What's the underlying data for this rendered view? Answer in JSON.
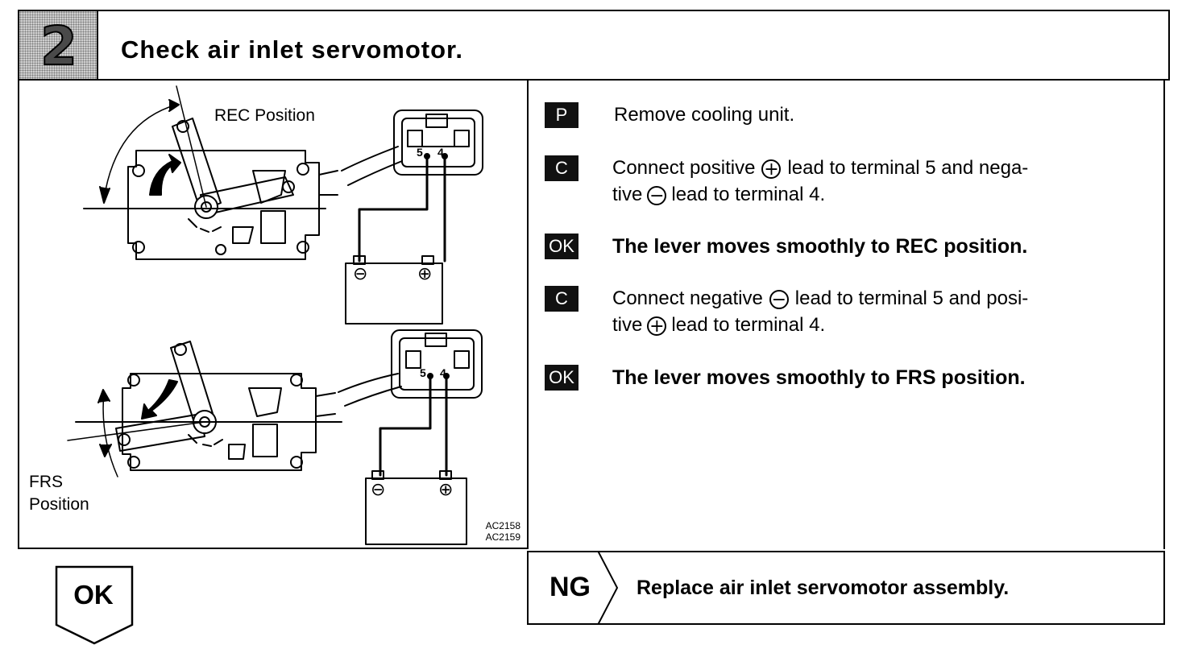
{
  "header": {
    "step_number": "2",
    "title": "Check air inlet servomotor."
  },
  "figure": {
    "rec_label": "REC Position",
    "frs_label_line1": "FRS",
    "frs_label_line2": "Position",
    "terminal_5": "5",
    "terminal_4": "4",
    "battery_negative": "⊖",
    "battery_positive": "⊕",
    "code_1": "AC2158",
    "code_2": "AC2159"
  },
  "steps": [
    {
      "badge": "P",
      "text": "Remove cooling unit."
    },
    {
      "badge": "C",
      "line1_a": "Connect positive",
      "sym1": "+",
      "line1_b": "lead to terminal 5 and nega-",
      "line2_a": "tive",
      "sym2": "−",
      "line2_b": "lead to terminal 4."
    },
    {
      "badge": "OK",
      "text": "The lever moves smoothly to REC position."
    },
    {
      "badge": "C",
      "line1_a": "Connect negative",
      "sym1": "−",
      "line1_b": "lead to terminal 5 and posi-",
      "line2_a": "tive",
      "sym2": "+",
      "line2_b": "lead to terminal 4."
    },
    {
      "badge": "OK",
      "text": "The lever moves smoothly to FRS position."
    }
  ],
  "ng": {
    "label": "NG",
    "text": "Replace air inlet servomotor assembly."
  },
  "ok": {
    "label": "OK"
  }
}
